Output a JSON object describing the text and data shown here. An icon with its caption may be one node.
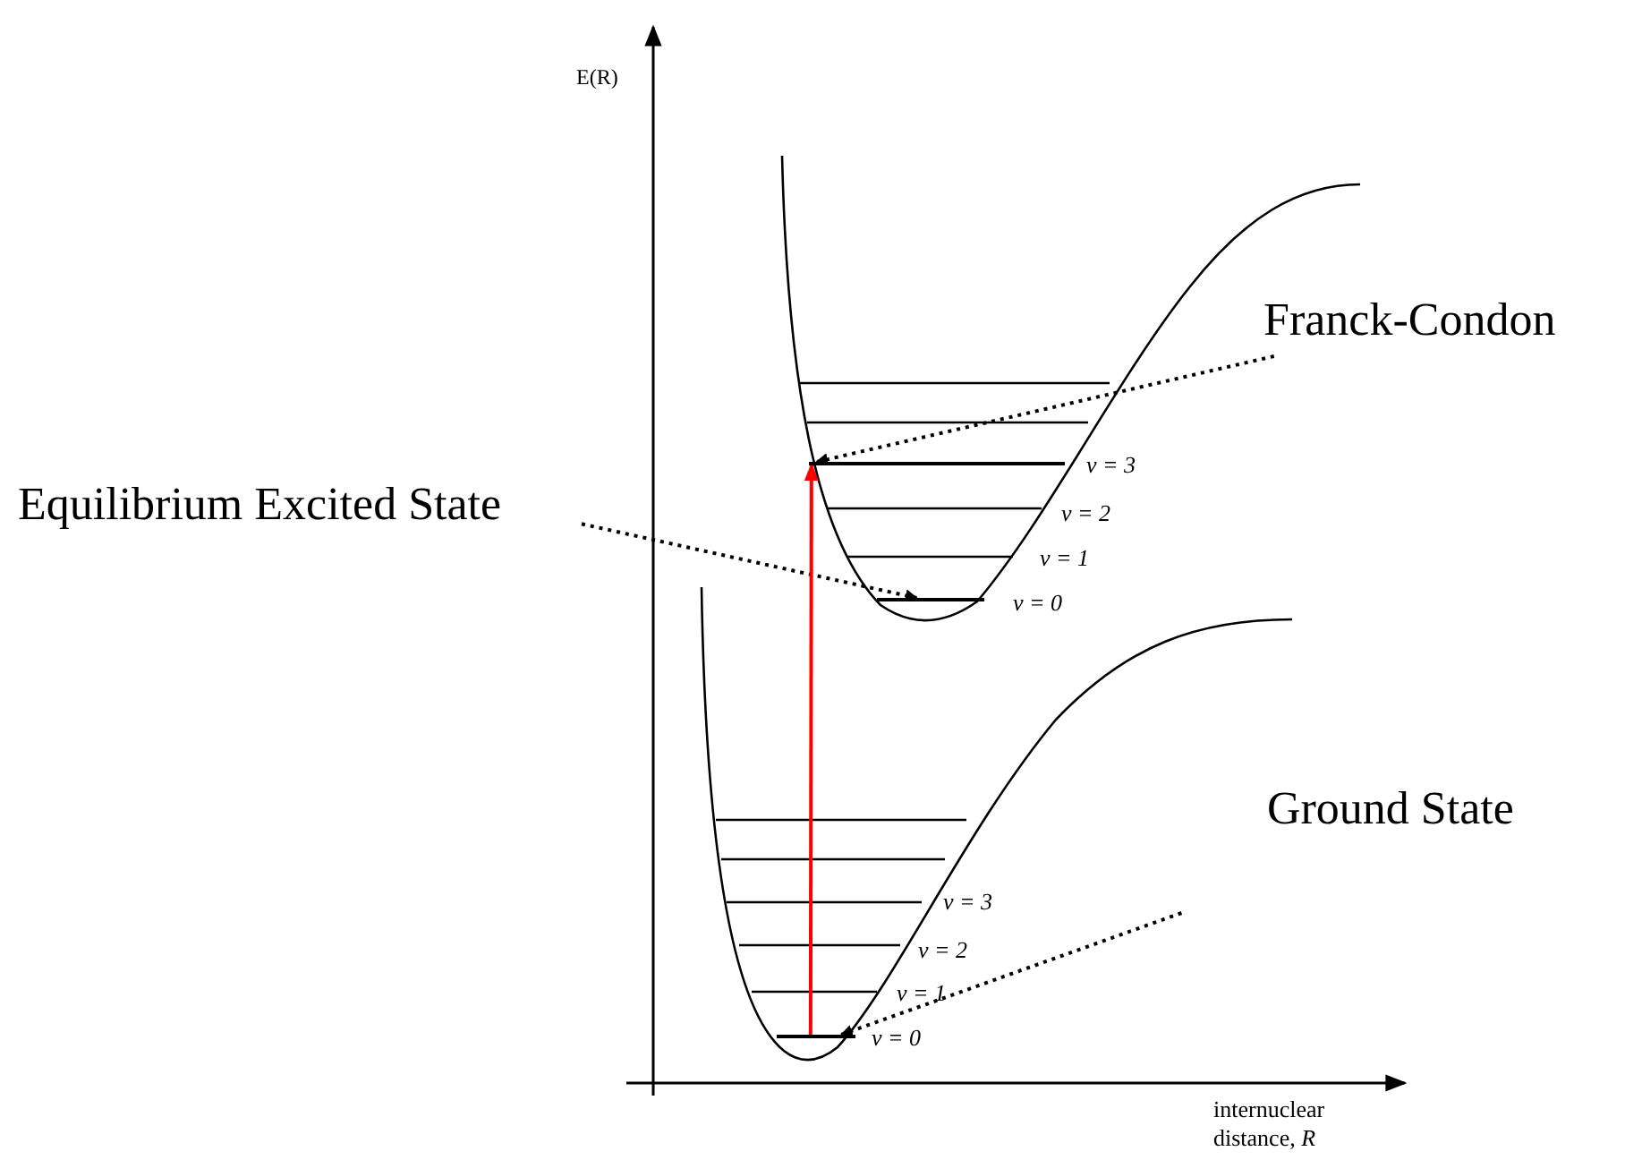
{
  "diagram": {
    "nodes": [
      {
        "text": [
          "Franck-Condon"
        ]
      },
      {
        "text": [
          "Equilibrium Excited State"
        ]
      },
      {
        "text": [
          "Ground State"
        ]
      },
      {
        "text": [],
        "shape": "bar"
      },
      {
        "text": [],
        "shape": "bar"
      },
      {
        "text": [],
        "shape": "bar"
      }
    ],
    "edges": [
      {
        "from": 0,
        "to": 3,
        "arrow": "to",
        "style": "dashed"
      },
      {
        "from": 1,
        "to": 4,
        "arrow": "to",
        "style": "dashed"
      },
      {
        "from": 2,
        "to": 5,
        "arrow": "to",
        "style": "dashed"
      },
      {
        "from": 5,
        "to": 3,
        "arrow": "to",
        "color": "#ff0000"
      }
    ],
    "labels": [
      "E(R)",
      "ν = 3",
      "ν = 2",
      "ν = 1",
      "ν = 0",
      "ν = 3",
      "ν = 2",
      "ν = 1",
      "ν = 0",
      "internuclear distance, *R*"
    ]
  }
}
